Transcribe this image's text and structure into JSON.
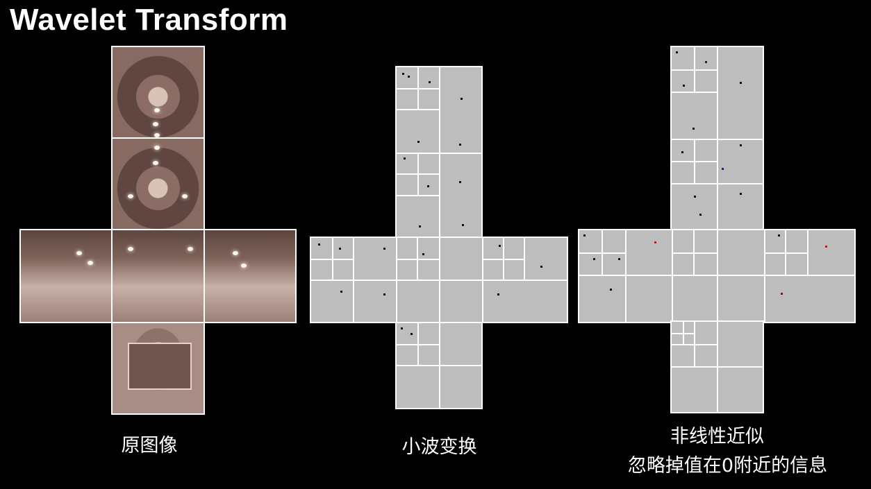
{
  "slide": {
    "title": "Wavelet Transform"
  },
  "captions": {
    "original": "原图像",
    "wavelet": "小波变换",
    "nonlinear_line1": "非线性近似",
    "nonlinear_line2": "忽略掉值在0附近的信息"
  },
  "colors": {
    "background": "#000000",
    "wavelet_grey": "#bdbdbd",
    "photo_tone": "#8d6f68"
  }
}
